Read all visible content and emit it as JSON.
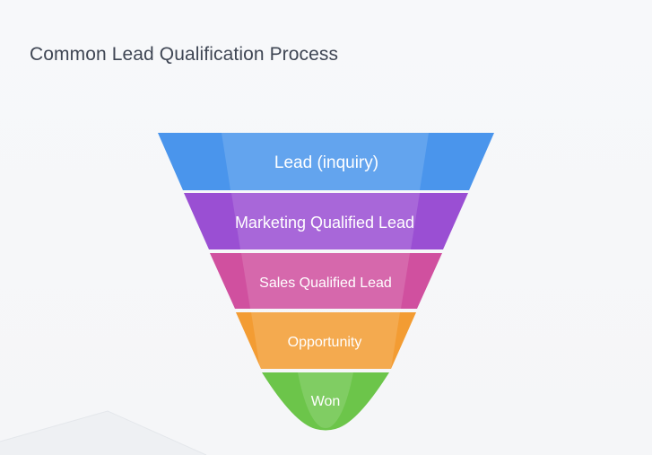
{
  "title": "Common Lead Qualification Process",
  "colors": {
    "lead": "#4a95ec",
    "mql": "#9a4fd3",
    "sql": "#d0509f",
    "opportunity": "#f39c33",
    "won": "#6cc54a"
  },
  "stages": [
    {
      "label": "Lead (inquiry)",
      "color": "#4a95ec"
    },
    {
      "label": "Marketing Qualified Lead",
      "color": "#9a4fd3"
    },
    {
      "label": "Sales Qualified Lead",
      "color": "#d0509f"
    },
    {
      "label": "Opportunity",
      "color": "#f39c33"
    },
    {
      "label": "Won",
      "color": "#6cc54a"
    }
  ]
}
